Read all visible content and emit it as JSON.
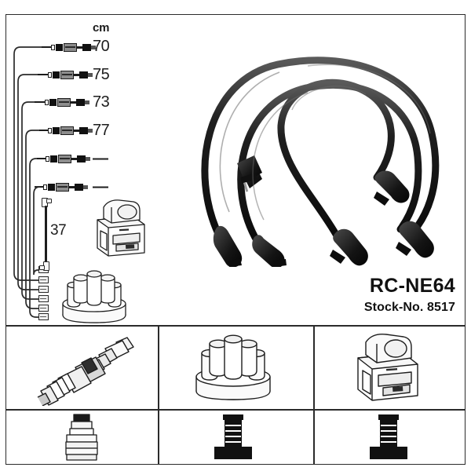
{
  "product": {
    "code": "RC-NE64",
    "stock_label": "Stock-No. 8517"
  },
  "units_header": "cm",
  "leads": [
    {
      "index": 1,
      "length": "70",
      "has_length": true
    },
    {
      "index": 2,
      "length": "75",
      "has_length": true
    },
    {
      "index": 3,
      "length": "73",
      "has_length": true
    },
    {
      "index": 4,
      "length": "77",
      "has_length": true
    },
    {
      "index": 5,
      "length": "—",
      "has_length": false
    },
    {
      "index": 6,
      "length": "—",
      "has_length": false
    }
  ],
  "coil_lead": {
    "length": "37",
    "name": "coil-lead"
  },
  "components": {
    "ignition_coil": "ignition-coil",
    "distributor_cap": "distributor-cap",
    "spark_plug": "spark-plug",
    "straight_boot": "straight-boot-connector",
    "terminal_a": "terminal-connector-a",
    "terminal_b": "terminal-connector-b"
  },
  "bottom_grid": {
    "cells": [
      {
        "id": "cell-spark-plug",
        "icon": "spark-plug-icon"
      },
      {
        "id": "cell-distributor-cap",
        "icon": "distributor-cap-icon"
      },
      {
        "id": "cell-ignition-coil",
        "icon": "ignition-coil-icon"
      },
      {
        "id": "cell-boot-connector",
        "icon": "boot-connector-icon"
      },
      {
        "id": "cell-terminal-left",
        "icon": "terminal-icon"
      },
      {
        "id": "cell-terminal-right",
        "icon": "terminal-icon"
      }
    ]
  },
  "colors": {
    "frame": "#2b2b2b",
    "cable": "#1a1a1a",
    "text": "#111111",
    "background": "#ffffff"
  }
}
